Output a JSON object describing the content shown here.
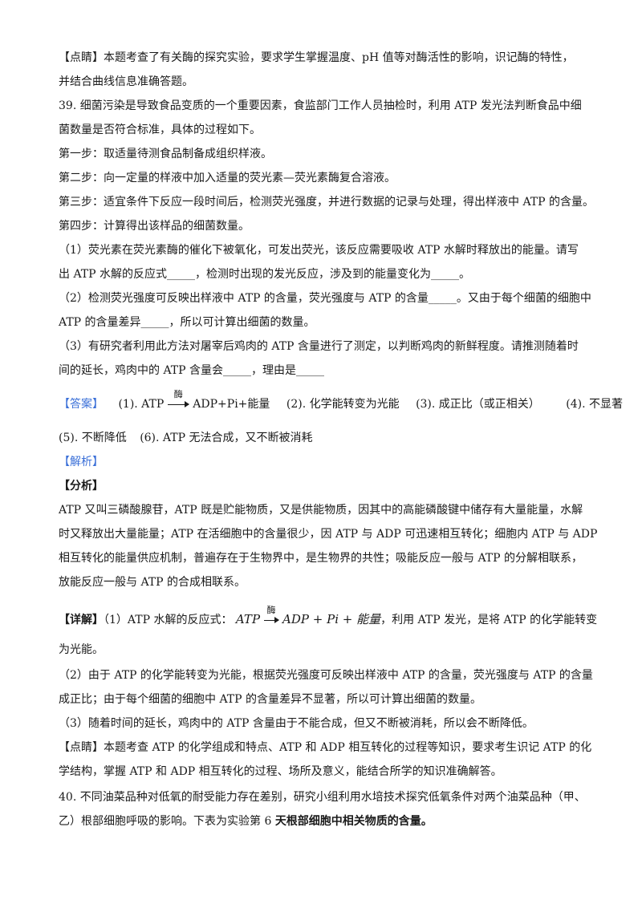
{
  "lines": {
    "l1": "【点睛】本题考查了有关酶的探究实验，要求学生掌握温度、pH 值等对酶活性的影响，识记酶的特性，",
    "l2": "并结合曲线信息准确答题。",
    "l3": "39. 细菌污染是导致食品变质的一个重要因素，食监部门工作人员抽检时，利用 ATP 发光法判断食品中细",
    "l4": "菌数量是否符合标准，具体的过程如下。",
    "l5": "第一步：取适量待测食品制备成组织样液。",
    "l6": "第二步：向一定量的样液中加入适量的荧光素—荧光素酶复合溶液。",
    "l7": "第三步：适宜条件下反应一段时间后，检测荧光强度，并进行数据的记录与处理，得出样液中 ATP 的含量。",
    "l8": "第四步：计算得出该样品的细菌数量。",
    "l9": "（1）荧光素在荧光素酶的催化下被氧化，可发出荧光，该反应需要吸收 ATP 水解时释放出的能量。请写",
    "l10": "出 ATP 水解的反应式_____，检测时出现的发光反应，涉及到的能量变化为_____。",
    "l11": "（2）检测荧光强度可反映出样液中 ATP 的含量，荧光强度与 ATP 的含量_____。又由于每个细菌的细胞中",
    "l12": "ATP 的含量差异_____，所以可计算出细菌的数量。",
    "l13": "（3）有研究者利用此方法对屠宰后鸡肉的 ATP 含量进行了测定，以判断鸡肉的新鲜程度。请推测随着时",
    "l14": "间的延长，鸡肉中的 ATP 含量会_____，理由是_____"
  },
  "answer": {
    "tag": "【答案】",
    "p1": "(1). ATP",
    "enzyme": "酶",
    "p1b": "ADP+Pi+能量",
    "p2": "(2). 化学能转变为光能",
    "p3": "(3). 成正比（或正相关）",
    "p4": "(4). 不显著",
    "p5": "(5). 不断降低",
    "p6": "(6). ATP 无法合成，又不断被消耗"
  },
  "analysis_tag": "【解析】",
  "fenxi_tag": "【分析】",
  "fenxi": {
    "l1": "ATP 又叫三磷酸腺苷，ATP 既是贮能物质，又是供能物质，因其中的高能磷酸键中储存有大量能量，水解",
    "l2": "时又释放出大量能量；ATP 在活细胞中的含量很少，因 ATP 与 ADP 可迅速相互转化；细胞内 ATP 与 ADP",
    "l3": "相互转化的能量供应机制，普遍存在于生物界中，是生物界的共性；吸能反应一般与 ATP 的分解相联系，",
    "l4": "放能反应一般与 ATP 的合成相联系。"
  },
  "detail": {
    "tag": "【详解】",
    "l1a": "（1）ATP 水解的反应式：",
    "f1": "ATP",
    "enzyme": "酶",
    "f2": "ADP + Pi + 能量",
    "l1b": "，利用 ATP 发光，是将 ATP 的化学能转变",
    "l2": "为光能。",
    "l3": "（2）由于 ATP 的化学能转变为光能，根据荧光强度可反映出样液中 ATP 的含量，荧光强度与 ATP 的含量",
    "l4": "成正比；由于每个细菌的细胞中 ATP 的含量差异不显著，所以可计算出细菌的数量。",
    "l5": "（3）随着时间的延长，鸡肉中的 ATP 含量由于不能合成，但又不断被消耗，所以会不断降低。"
  },
  "dianjing2": {
    "l1": "【点睛】本题考查 ATP 的化学组成和特点、ATP 和 ADP 相互转化的过程等知识，要求考生识记 ATP 的化",
    "l2": "学结构，掌握 ATP 和 ADP 相互转化的过程、场所及意义，能结合所学的知识准确解答。"
  },
  "q40": {
    "l1": "40.  不同油菜品种对低氧的耐受能力存在差别，研究小组利用水培技术探究低氧条件对两个油菜品种（甲、",
    "l2a": "乙）根部细胞呼吸的影响。下表为实验第 6 ",
    "l2b": "天根部细胞中相关物质的含量。"
  },
  "colors": {
    "blue": "#3a6fd8",
    "text": "#1a1a1a"
  }
}
